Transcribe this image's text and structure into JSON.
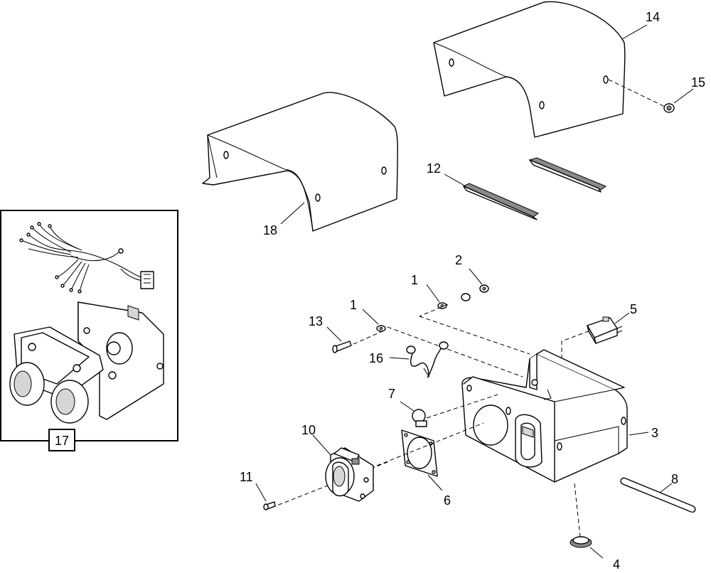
{
  "callouts": {
    "c1a": "1",
    "c1b": "1",
    "c2": "2",
    "c3": "3",
    "c4": "4",
    "c5": "5",
    "c6": "6",
    "c7": "7",
    "c8": "8",
    "c10": "10",
    "c11": "11",
    "c12": "12",
    "c13": "13",
    "c14": "14",
    "c15": "15",
    "c16": "16",
    "c17": "17",
    "c18": "18"
  }
}
